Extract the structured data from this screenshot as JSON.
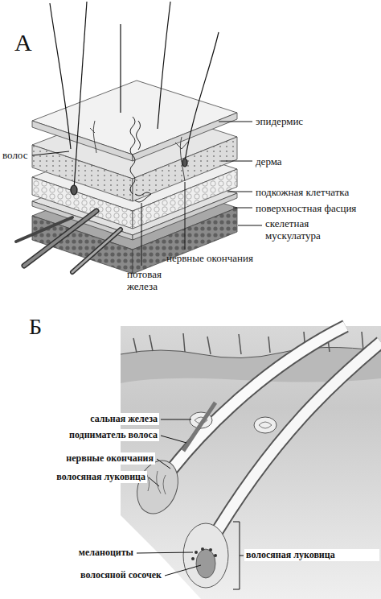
{
  "diagram": {
    "labels": [
      "А",
      "эпидермис",
      "волос",
      "дерма",
      "подкожная клетчатка",
      "поверхностная фасция",
      "скелетная мускулатура",
      "нервные окончания",
      "потовая железа",
      "Б",
      "сальная железа",
      "подниматель волоса",
      "нервные окончания",
      "волосяная луковица",
      "волосяная луковица",
      "меланоциты",
      "волосяной сосочек"
    ]
  }
}
